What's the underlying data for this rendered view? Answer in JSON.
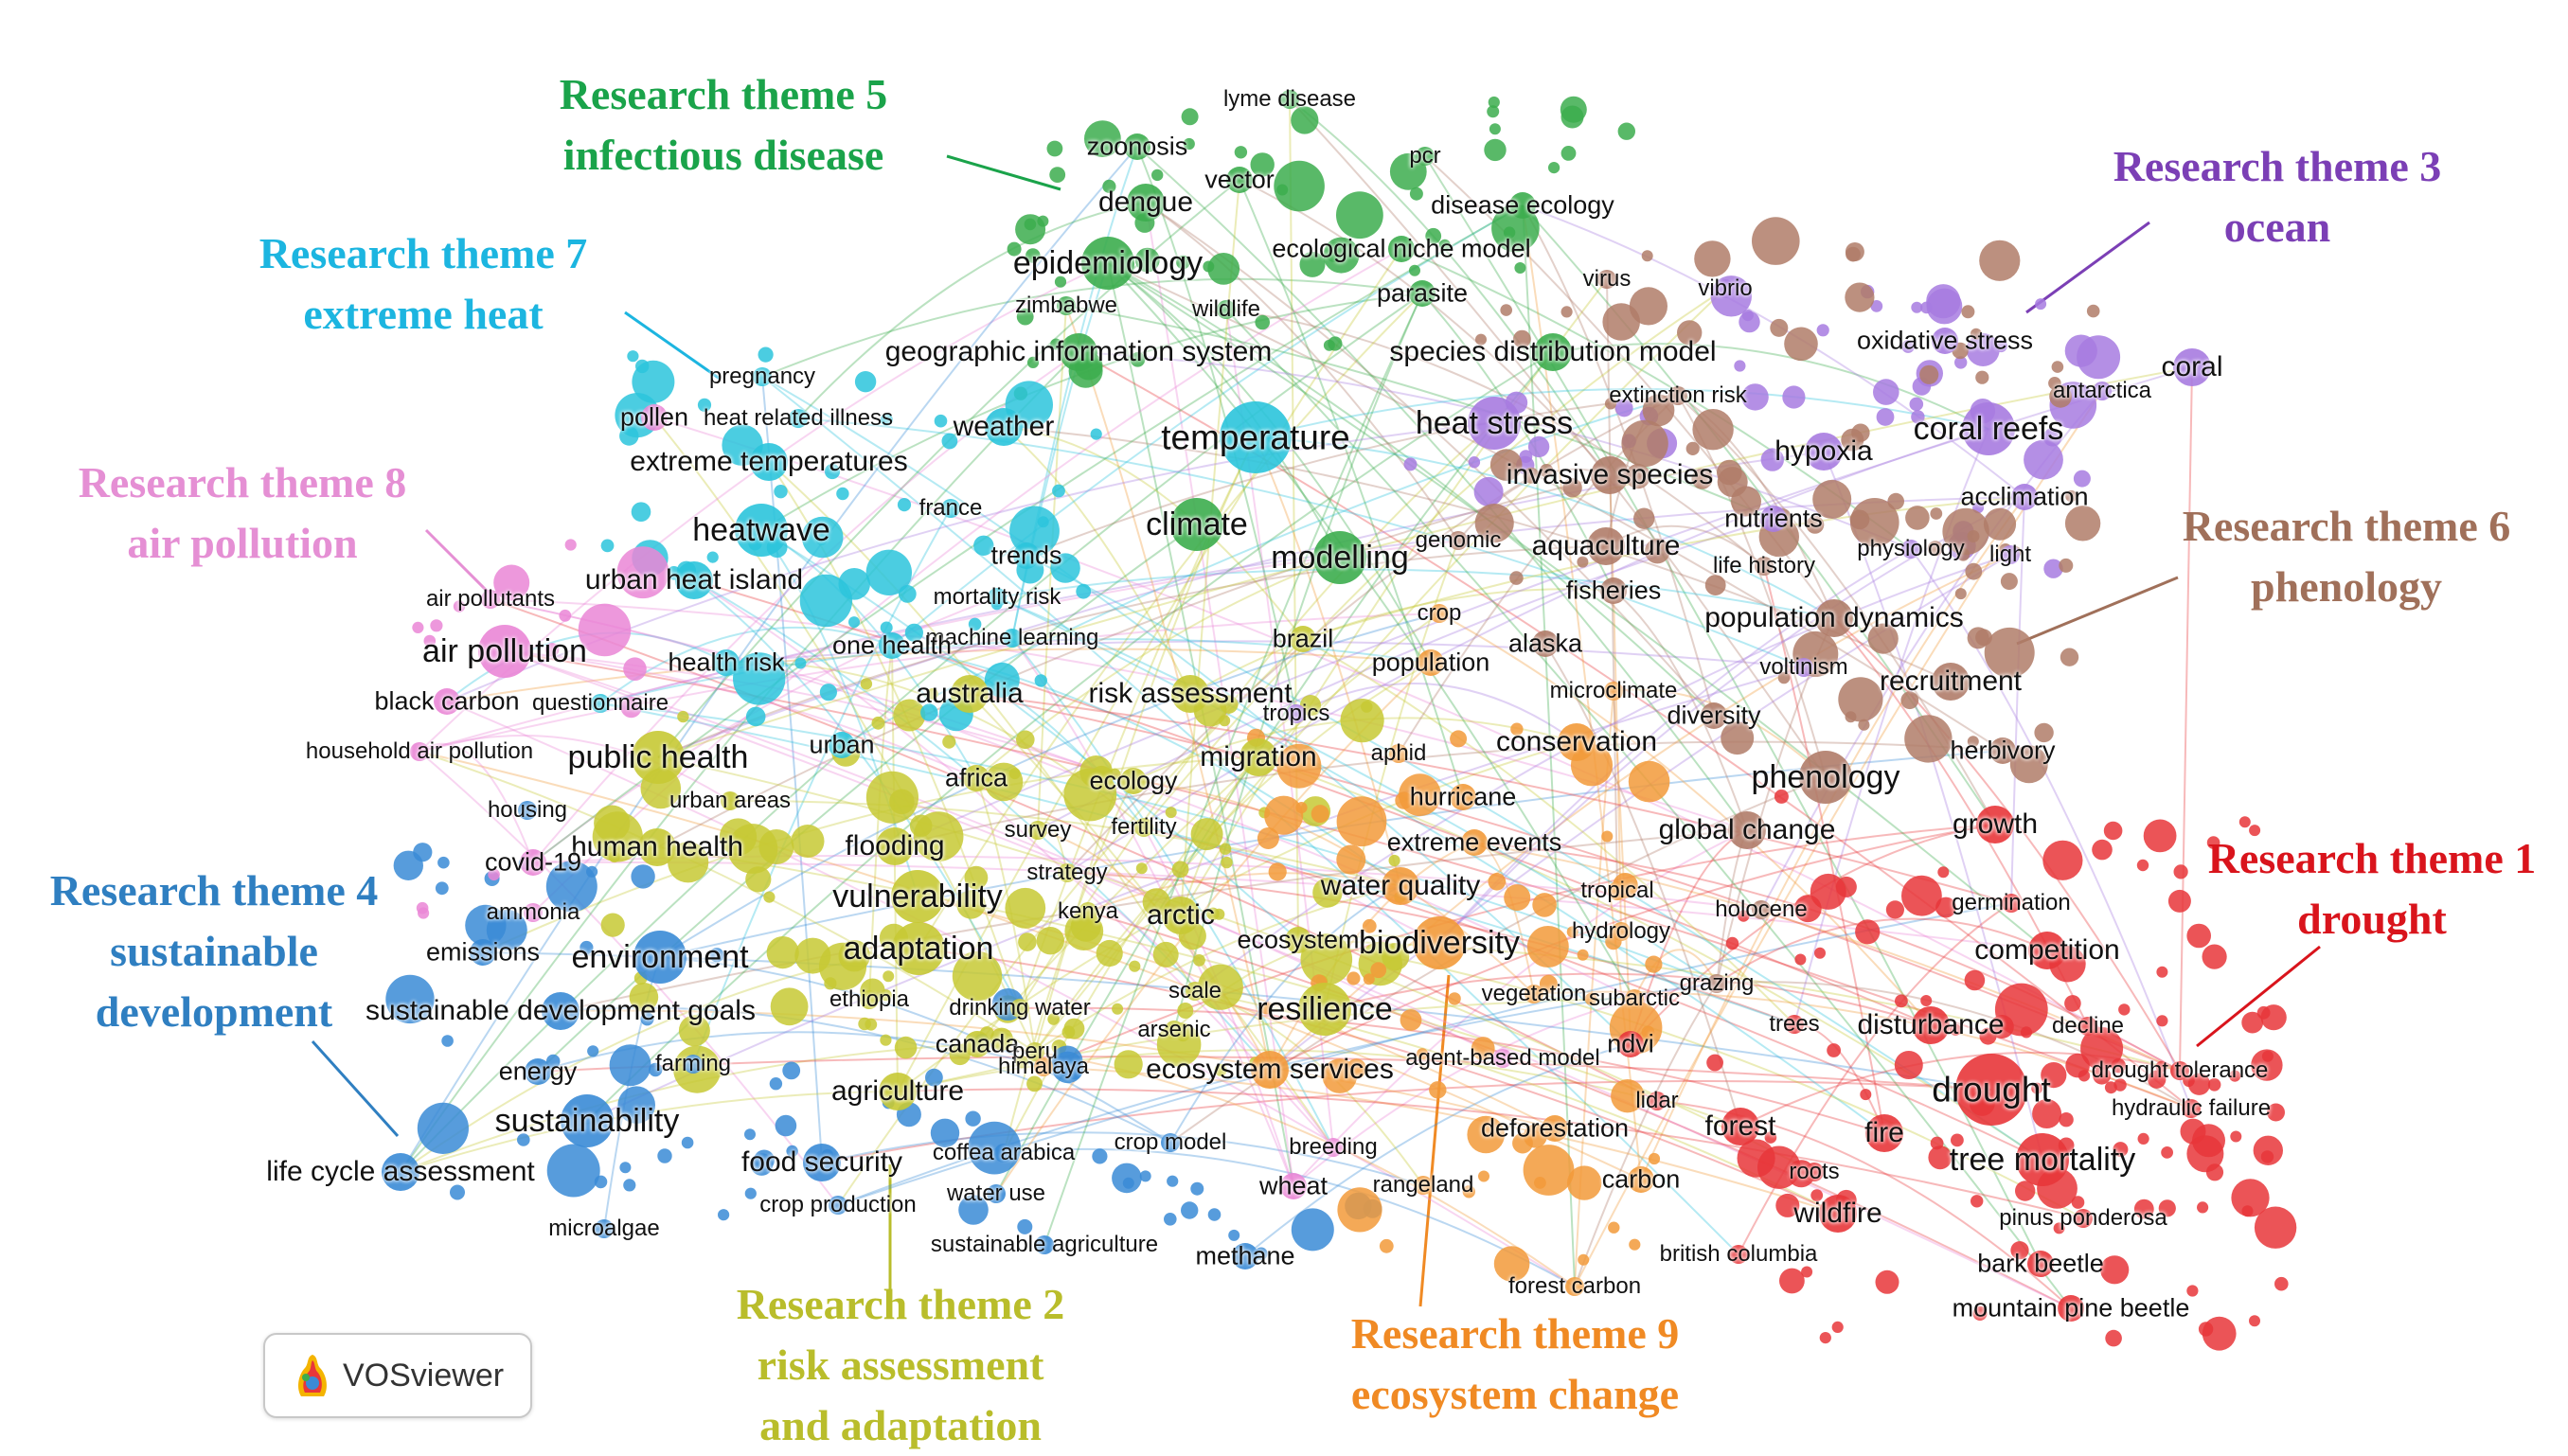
{
  "software": "VOSviewer",
  "themes": [
    {
      "id": 5,
      "line1": "Research theme 5",
      "line2": "infectious disease",
      "color": "#1aa34a"
    },
    {
      "id": 7,
      "line1": "Research theme 7",
      "line2": "extreme heat",
      "color": "#1cb5e0"
    },
    {
      "id": 8,
      "line1": "Research theme 8",
      "line2": "air pollution",
      "color": "#e58fd4"
    },
    {
      "id": 4,
      "line1": "Research theme 4",
      "line2": "sustainable",
      "line3": "development",
      "color": "#2f7fc1"
    },
    {
      "id": 2,
      "line1": "Research theme 2",
      "line2": "risk assessment",
      "line3": "and adaptation",
      "color": "#b9bd2b"
    },
    {
      "id": 9,
      "line1": "Research theme 9",
      "line2": "ecosystem change",
      "color": "#f08a24"
    },
    {
      "id": 1,
      "line1": "Research theme 1",
      "line2": "drought",
      "color": "#d9141c"
    },
    {
      "id": 6,
      "line1": "Research theme 6",
      "line2": "phenology",
      "color": "#a0705a"
    },
    {
      "id": 3,
      "line1": "Research theme 3",
      "line2": "ocean",
      "color": "#7b3fb5"
    }
  ],
  "cluster_colors": {
    "1": "#e8363a",
    "2": "#c7c934",
    "3": "#a77be0",
    "4": "#3a8bd6",
    "5": "#3cad4e",
    "6": "#b07c69",
    "7": "#2bc4dc",
    "8": "#ea86d6",
    "9": "#f29a3a"
  },
  "terms": [
    {
      "t": "lyme disease",
      "c": 5,
      "s": 1
    },
    {
      "t": "zoonosis",
      "c": 5,
      "s": 2
    },
    {
      "t": "pcr",
      "c": 5,
      "s": 1
    },
    {
      "t": "vector",
      "c": 5,
      "s": 2
    },
    {
      "t": "dengue",
      "c": 5,
      "s": 3
    },
    {
      "t": "disease ecology",
      "c": 5,
      "s": 2
    },
    {
      "t": "epidemiology",
      "c": 5,
      "s": 4
    },
    {
      "t": "ecological niche model",
      "c": 5,
      "s": 2
    },
    {
      "t": "parasite",
      "c": 5,
      "s": 2
    },
    {
      "t": "virus",
      "c": 6,
      "s": 1
    },
    {
      "t": "vibrio",
      "c": 3,
      "s": 1
    },
    {
      "t": "zimbabwe",
      "c": 5,
      "s": 1
    },
    {
      "t": "wildlife",
      "c": 5,
      "s": 1
    },
    {
      "t": "geographic information system",
      "c": 5,
      "s": 3
    },
    {
      "t": "species distribution model",
      "c": 5,
      "s": 3
    },
    {
      "t": "oxidative stress",
      "c": 3,
      "s": 2
    },
    {
      "t": "coral",
      "c": 3,
      "s": 3
    },
    {
      "t": "antarctica",
      "c": 3,
      "s": 1
    },
    {
      "t": "extinction risk",
      "c": 6,
      "s": 1
    },
    {
      "t": "pregnancy",
      "c": 7,
      "s": 1
    },
    {
      "t": "pollen",
      "c": 8,
      "s": 2
    },
    {
      "t": "heat related illness",
      "c": 7,
      "s": 1
    },
    {
      "t": "weather",
      "c": 7,
      "s": 3
    },
    {
      "t": "temperature",
      "c": 7,
      "s": 5
    },
    {
      "t": "heat stress",
      "c": 3,
      "s": 4
    },
    {
      "t": "coral reefs",
      "c": 3,
      "s": 4
    },
    {
      "t": "hypoxia",
      "c": 3,
      "s": 3
    },
    {
      "t": "extreme temperatures",
      "c": 7,
      "s": 3
    },
    {
      "t": "invasive species",
      "c": 6,
      "s": 3
    },
    {
      "t": "acclimation",
      "c": 3,
      "s": 2
    },
    {
      "t": "france",
      "c": 7,
      "s": 1
    },
    {
      "t": "heatwave",
      "c": 7,
      "s": 4
    },
    {
      "t": "climate",
      "c": 5,
      "s": 4
    },
    {
      "t": "nutrients",
      "c": 3,
      "s": 2
    },
    {
      "t": "genomic",
      "c": 6,
      "s": 1
    },
    {
      "t": "aquaculture",
      "c": 6,
      "s": 3
    },
    {
      "t": "physiology",
      "c": 3,
      "s": 1
    },
    {
      "t": "light",
      "c": 3,
      "s": 1
    },
    {
      "t": "trends",
      "c": 7,
      "s": 2
    },
    {
      "t": "modelling",
      "c": 5,
      "s": 4
    },
    {
      "t": "life history",
      "c": 6,
      "s": 1
    },
    {
      "t": "urban heat island",
      "c": 7,
      "s": 3
    },
    {
      "t": "fisheries",
      "c": 6,
      "s": 2
    },
    {
      "t": "mortality risk",
      "c": 7,
      "s": 1
    },
    {
      "t": "crop",
      "c": 9,
      "s": 1
    },
    {
      "t": "population dynamics",
      "c": 6,
      "s": 3
    },
    {
      "t": "air pollutants",
      "c": 8,
      "s": 1
    },
    {
      "t": "machine learning",
      "c": 7,
      "s": 1
    },
    {
      "t": "brazil",
      "c": 2,
      "s": 2
    },
    {
      "t": "alaska",
      "c": 6,
      "s": 2
    },
    {
      "t": "air pollution",
      "c": 8,
      "s": 4
    },
    {
      "t": "one health",
      "c": 7,
      "s": 2
    },
    {
      "t": "health risk",
      "c": 7,
      "s": 2
    },
    {
      "t": "population",
      "c": 9,
      "s": 2
    },
    {
      "t": "voltinism",
      "c": 3,
      "s": 1
    },
    {
      "t": "recruitment",
      "c": 6,
      "s": 3
    },
    {
      "t": "black carbon",
      "c": 8,
      "s": 2
    },
    {
      "t": "questionnaire",
      "c": 7,
      "s": 1
    },
    {
      "t": "australia",
      "c": 2,
      "s": 3
    },
    {
      "t": "risk assessment",
      "c": 2,
      "s": 3
    },
    {
      "t": "microclimate",
      "c": 9,
      "s": 1
    },
    {
      "t": "tropics",
      "c": 3,
      "s": 1
    },
    {
      "t": "diversity",
      "c": 6,
      "s": 2
    },
    {
      "t": "household air pollution",
      "c": 8,
      "s": 1
    },
    {
      "t": "urban",
      "c": 7,
      "s": 2
    },
    {
      "t": "public health",
      "c": 2,
      "s": 4
    },
    {
      "t": "migration",
      "c": 2,
      "s": 3
    },
    {
      "t": "aphid",
      "c": 9,
      "s": 1
    },
    {
      "t": "conservation",
      "c": 9,
      "s": 3
    },
    {
      "t": "herbivory",
      "c": 6,
      "s": 2
    },
    {
      "t": "africa",
      "c": 2,
      "s": 2
    },
    {
      "t": "ecology",
      "c": 2,
      "s": 2
    },
    {
      "t": "phenology",
      "c": 6,
      "s": 4
    },
    {
      "t": "urban areas",
      "c": 2,
      "s": 1
    },
    {
      "t": "housing",
      "c": 4,
      "s": 1
    },
    {
      "t": "hurricane",
      "c": 9,
      "s": 2
    },
    {
      "t": "fertility",
      "c": 2,
      "s": 1
    },
    {
      "t": "survey",
      "c": 2,
      "s": 1
    },
    {
      "t": "global change",
      "c": 6,
      "s": 3
    },
    {
      "t": "growth",
      "c": 1,
      "s": 3
    },
    {
      "t": "human health",
      "c": 2,
      "s": 3
    },
    {
      "t": "flooding",
      "c": 2,
      "s": 3
    },
    {
      "t": "extreme events",
      "c": 9,
      "s": 2
    },
    {
      "t": "covid-19",
      "c": 8,
      "s": 2
    },
    {
      "t": "strategy",
      "c": 2,
      "s": 1
    },
    {
      "t": "water quality",
      "c": 9,
      "s": 3
    },
    {
      "t": "tropical",
      "c": 9,
      "s": 1
    },
    {
      "t": "vulnerability",
      "c": 2,
      "s": 4
    },
    {
      "t": "germination",
      "c": 1,
      "s": 1
    },
    {
      "t": "ammonia",
      "c": 8,
      "s": 1
    },
    {
      "t": "kenya",
      "c": 2,
      "s": 1
    },
    {
      "t": "arctic",
      "c": 2,
      "s": 3
    },
    {
      "t": "holocene",
      "c": 6,
      "s": 1
    },
    {
      "t": "hydrology",
      "c": 9,
      "s": 1
    },
    {
      "t": "adaptation",
      "c": 2,
      "s": 4
    },
    {
      "t": "ecosystem",
      "c": 2,
      "s": 2
    },
    {
      "t": "biodiversity",
      "c": 9,
      "s": 4
    },
    {
      "t": "competition",
      "c": 1,
      "s": 3
    },
    {
      "t": "emissions",
      "c": 4,
      "s": 2
    },
    {
      "t": "environment",
      "c": 4,
      "s": 4
    },
    {
      "t": "vegetation",
      "c": 9,
      "s": 1
    },
    {
      "t": "subarctic",
      "c": 9,
      "s": 1
    },
    {
      "t": "grazing",
      "c": 6,
      "s": 1
    },
    {
      "t": "scale",
      "c": 2,
      "s": 1
    },
    {
      "t": "ethiopia",
      "c": 2,
      "s": 1
    },
    {
      "t": "drinking water",
      "c": 2,
      "s": 1
    },
    {
      "t": "sustainable development goals",
      "c": 4,
      "s": 3
    },
    {
      "t": "resilience",
      "c": 2,
      "s": 4
    },
    {
      "t": "arsenic",
      "c": 2,
      "s": 1
    },
    {
      "t": "ndvi",
      "c": 1,
      "s": 2
    },
    {
      "t": "trees",
      "c": 1,
      "s": 1
    },
    {
      "t": "disturbance",
      "c": 1,
      "s": 3
    },
    {
      "t": "decline",
      "c": 1,
      "s": 1
    },
    {
      "t": "canada",
      "c": 2,
      "s": 2
    },
    {
      "t": "peru",
      "c": 2,
      "s": 1
    },
    {
      "t": "energy",
      "c": 4,
      "s": 2
    },
    {
      "t": "farming",
      "c": 4,
      "s": 1
    },
    {
      "t": "himalaya",
      "c": 9,
      "s": 1
    },
    {
      "t": "agent-based model",
      "c": 8,
      "s": 1
    },
    {
      "t": "ecosystem services",
      "c": 9,
      "s": 3
    },
    {
      "t": "drought tolerance",
      "c": 1,
      "s": 1
    },
    {
      "t": "agriculture",
      "c": 2,
      "s": 3
    },
    {
      "t": "drought",
      "c": 1,
      "s": 5
    },
    {
      "t": "lidar",
      "c": 1,
      "s": 1
    },
    {
      "t": "hydraulic failure",
      "c": 1,
      "s": 1
    },
    {
      "t": "sustainability",
      "c": 4,
      "s": 4
    },
    {
      "t": "forest",
      "c": 1,
      "s": 3
    },
    {
      "t": "crop model",
      "c": 4,
      "s": 1
    },
    {
      "t": "deforestation",
      "c": 9,
      "s": 2
    },
    {
      "t": "fire",
      "c": 1,
      "s": 3
    },
    {
      "t": "breeding",
      "c": 8,
      "s": 1
    },
    {
      "t": "coffea arabica",
      "c": 4,
      "s": 1
    },
    {
      "t": "food security",
      "c": 4,
      "s": 3
    },
    {
      "t": "tree mortality",
      "c": 1,
      "s": 4
    },
    {
      "t": "life cycle assessment",
      "c": 4,
      "s": 3
    },
    {
      "t": "wheat",
      "c": 8,
      "s": 2
    },
    {
      "t": "rangeland",
      "c": 9,
      "s": 1
    },
    {
      "t": "carbon",
      "c": 9,
      "s": 2
    },
    {
      "t": "roots",
      "c": 1,
      "s": 1
    },
    {
      "t": "water use",
      "c": 4,
      "s": 1
    },
    {
      "t": "crop production",
      "c": 4,
      "s": 1
    },
    {
      "t": "wildfire",
      "c": 1,
      "s": 3
    },
    {
      "t": "pinus ponderosa",
      "c": 1,
      "s": 1
    },
    {
      "t": "microalgae",
      "c": 4,
      "s": 1
    },
    {
      "t": "sustainable agriculture",
      "c": 4,
      "s": 1
    },
    {
      "t": "methane",
      "c": 4,
      "s": 2
    },
    {
      "t": "british columbia",
      "c": 1,
      "s": 1
    },
    {
      "t": "bark beetle",
      "c": 1,
      "s": 2
    },
    {
      "t": "forest carbon",
      "c": 9,
      "s": 1
    },
    {
      "t": "mountain pine beetle",
      "c": 1,
      "s": 2
    }
  ]
}
